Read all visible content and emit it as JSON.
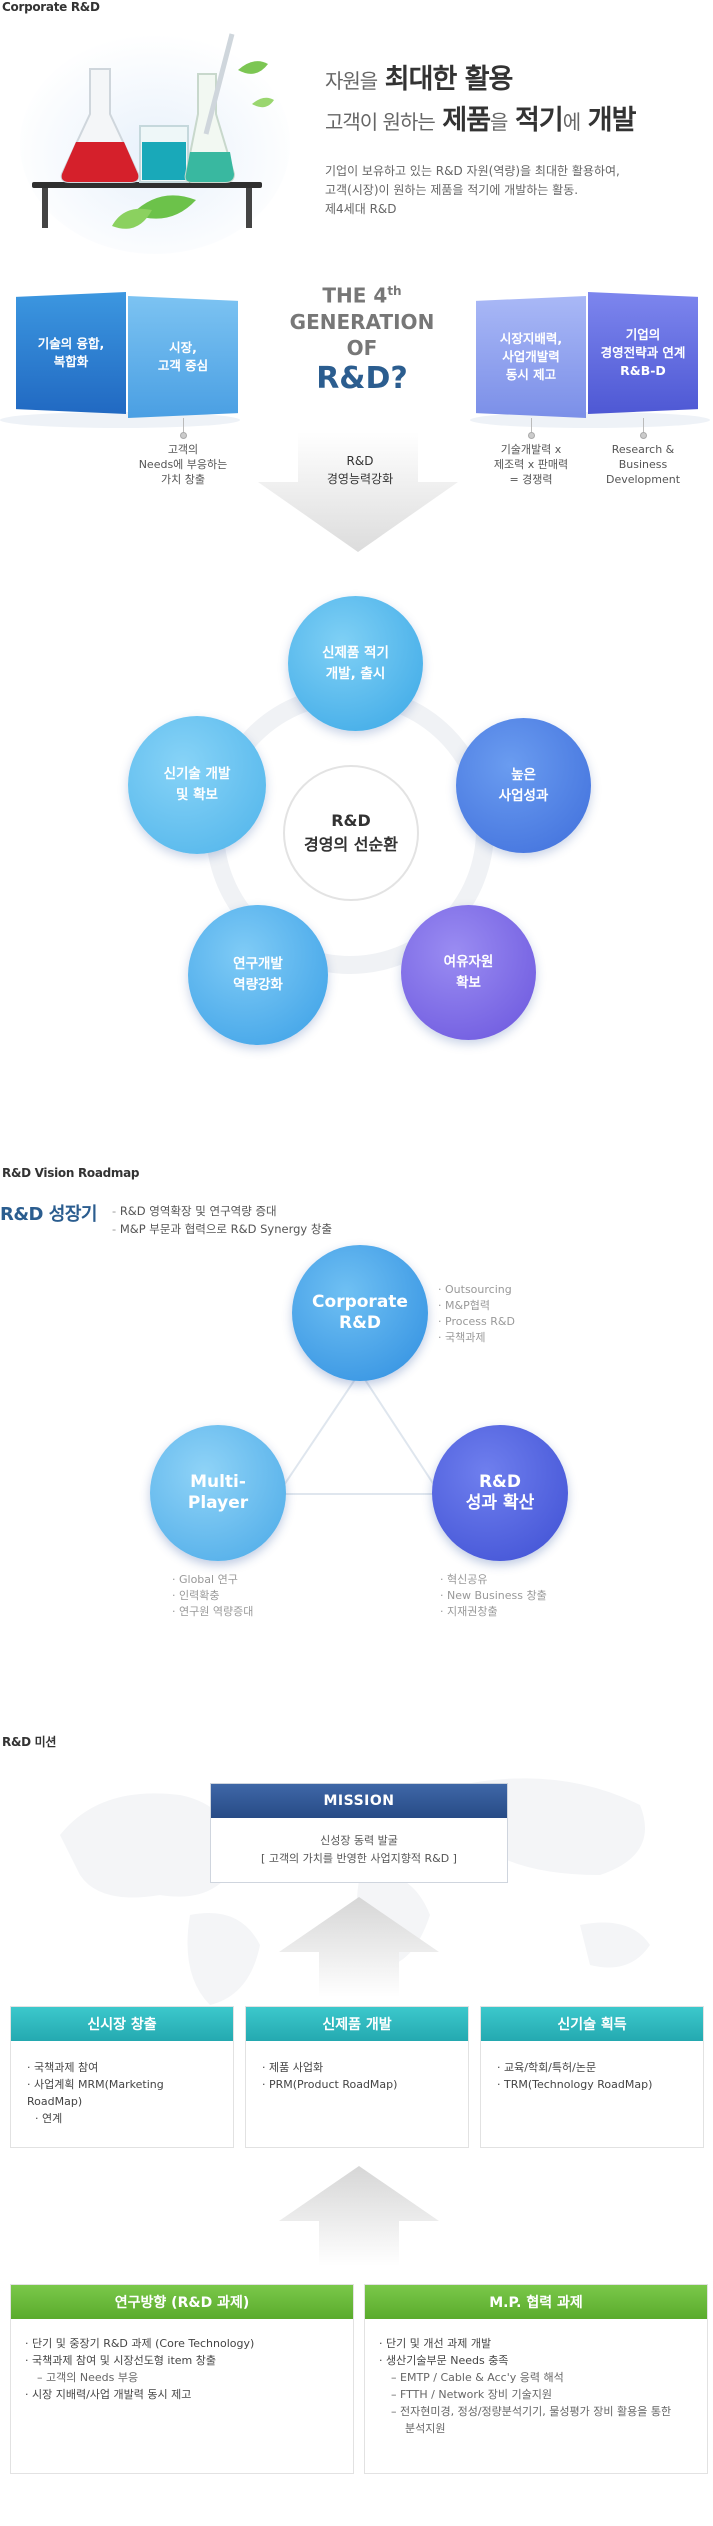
{
  "sections": {
    "corporate_rd": "Corporate R&D",
    "roadmap": "R&D Vision Roadmap",
    "mission": "R&D 미션"
  },
  "hero": {
    "line1_pre": "자원을",
    "line1_strong": "최대한 활용",
    "line2_pre": "고객이 원하는",
    "line2_strong1": "제품",
    "line2_mid": "을",
    "line2_strong2": "적기",
    "line2_mid2": "에",
    "line2_end": "개발",
    "desc1": "기업이 보유하고 있는 R&D 자원(역량)을 최대한 활용하여,",
    "desc2": "고객(시장)이 원하는 제품을 적기에 개발하는 활동.",
    "desc3": "제4세대 R&D"
  },
  "generation": {
    "title_the": "THE 4",
    "title_sup": "th",
    "title_gen": "GENERATION OF",
    "title_rd": "R&D?",
    "arrow_label1": "R&D",
    "arrow_label2": "경영능력강화",
    "cards": [
      {
        "line1": "기술의 융합,",
        "line2": "복합화",
        "sub": "",
        "color": "#2f88d8"
      },
      {
        "line1": "시장,",
        "line2": "고객 중심",
        "sub1": "고객의",
        "sub2": "Needs에 부응하는",
        "sub3": "가치 창출",
        "color": "#5fb0ec"
      },
      {
        "line1": "시장지배력,",
        "line2": "사업개발력",
        "line3": "동시 제고",
        "sub1": "기술개발력 x",
        "sub2": "제조력 x 판매력",
        "sub3": "= 경쟁력",
        "color": "#8a9ff0"
      },
      {
        "line1": "기업의",
        "line2": "경영전략과 연계",
        "line3": "R&B-D",
        "sub1": "Research &",
        "sub2": "Business",
        "sub3": "Development",
        "color": "#5f6fe0"
      }
    ]
  },
  "cycle": {
    "center1": "R&D",
    "center2": "경영의 선순환",
    "items": [
      {
        "line1": "신제품 적기",
        "line2": "개발, 출시"
      },
      {
        "line1": "높은",
        "line2": "사업성과"
      },
      {
        "line1": "여유자원",
        "line2": "확보"
      },
      {
        "line1": "연구개발",
        "line2": "역량강화"
      },
      {
        "line1": "신기술 개발",
        "line2": "및 확보"
      }
    ]
  },
  "roadmap": {
    "growth_label": "R&D 성장기",
    "growth_items": [
      "R&D 영역확장 및 연구역량 증대",
      "M&P 부문과 협력으로 R&D Synergy 창출"
    ],
    "corporate": {
      "line1": "Corporate",
      "line2": "R&D",
      "list": [
        "Outsourcing",
        "M&P협력",
        "Process R&D",
        "국책과제"
      ]
    },
    "multi": {
      "line1": "Multi-",
      "line2": "Player",
      "list": [
        "Global 연구",
        "인력확충",
        "연구원 역량증대"
      ]
    },
    "result": {
      "line1": "R&D",
      "line2": "성과 확산",
      "list": [
        "혁신공유",
        "New Business 창출",
        "지재권창출"
      ]
    }
  },
  "mission": {
    "title": "MISSION",
    "line1": "신성장 동력 발굴",
    "line2": "[ 고객의 가치를 반영한 사업지향적 R&D ]",
    "columns": [
      {
        "title": "신시장 창출",
        "items": [
          "국책과제 참여",
          "사업계획 MRM(Marketing RoadMap)",
          "연계"
        ]
      },
      {
        "title": "신제품 개발",
        "items": [
          "제품 사업화",
          "PRM(Product RoadMap)"
        ]
      },
      {
        "title": "신기술 획득",
        "items": [
          "교육/학회/특허/논문",
          "TRM(Technology RoadMap)"
        ]
      }
    ],
    "left": {
      "title": "연구방향 (R&D 과제)",
      "items": [
        "단기 및 중장기 R&D 과제 (Core Technology)",
        "국책과제 참여 및 시장선도형 item 창출",
        "고객의 Needs 부응",
        "시장 지배력/사업 개발력 동시 제고"
      ]
    },
    "right": {
      "title": "M.P. 협력 과제",
      "items": [
        "단기 및 개선 과제 개발",
        "생산기술부문 Needs 충족",
        "EMTP / Cable & Acc'y 응력 해석",
        "FTTH / Network 장비 기술지원",
        "전자현미경, 정성/정량분석기기, 물성평가 장비 활용을 통한",
        "분석지원"
      ]
    }
  }
}
